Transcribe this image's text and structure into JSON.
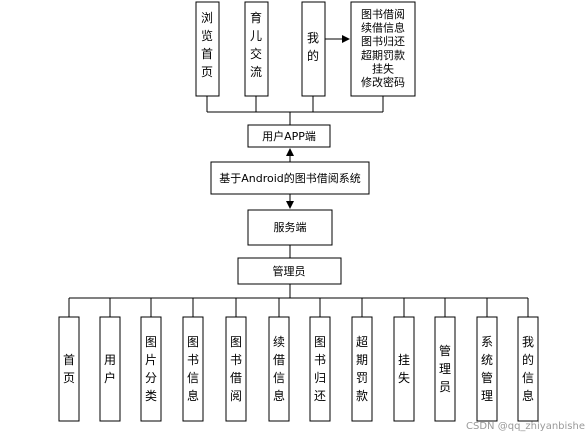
{
  "app_modules": [
    {
      "id": "browse",
      "chars": [
        "浏",
        "览",
        "首",
        "页"
      ]
    },
    {
      "id": "parenting",
      "chars": [
        "育",
        "儿",
        "交",
        "流"
      ]
    },
    {
      "id": "mine",
      "chars": [
        "我",
        "的"
      ]
    }
  ],
  "mine_submenu": [
    "图书借阅",
    "续借信息",
    "图书归还",
    "超期罚款",
    "挂失",
    "修改密码"
  ],
  "nodes": {
    "app": "用户APP端",
    "system": "基于Android的图书借阅系统",
    "server": "服务端",
    "admin": "管理员"
  },
  "admin_modules": [
    {
      "id": "home",
      "chars": [
        "首",
        "页"
      ]
    },
    {
      "id": "user",
      "chars": [
        "用",
        "户"
      ]
    },
    {
      "id": "category",
      "chars": [
        "图",
        "片",
        "分",
        "类"
      ]
    },
    {
      "id": "book-info",
      "chars": [
        "图",
        "书",
        "信",
        "息"
      ]
    },
    {
      "id": "book-borrow",
      "chars": [
        "图",
        "书",
        "借",
        "阅"
      ]
    },
    {
      "id": "renew-info",
      "chars": [
        "续",
        "借",
        "信",
        "息"
      ]
    },
    {
      "id": "book-return",
      "chars": [
        "图",
        "书",
        "归",
        "还"
      ]
    },
    {
      "id": "overdue-fine",
      "chars": [
        "超",
        "期",
        "罚",
        "款"
      ]
    },
    {
      "id": "report-loss",
      "chars": [
        "挂",
        "失"
      ]
    },
    {
      "id": "admin-user",
      "chars": [
        "管",
        "理",
        "员"
      ]
    },
    {
      "id": "sys-manage",
      "chars": [
        "系",
        "统",
        "管",
        "理"
      ]
    },
    {
      "id": "my-info",
      "chars": [
        "我",
        "的",
        "信",
        "息"
      ]
    }
  ],
  "watermark": "CSDN @qq_zhiyanbishe"
}
